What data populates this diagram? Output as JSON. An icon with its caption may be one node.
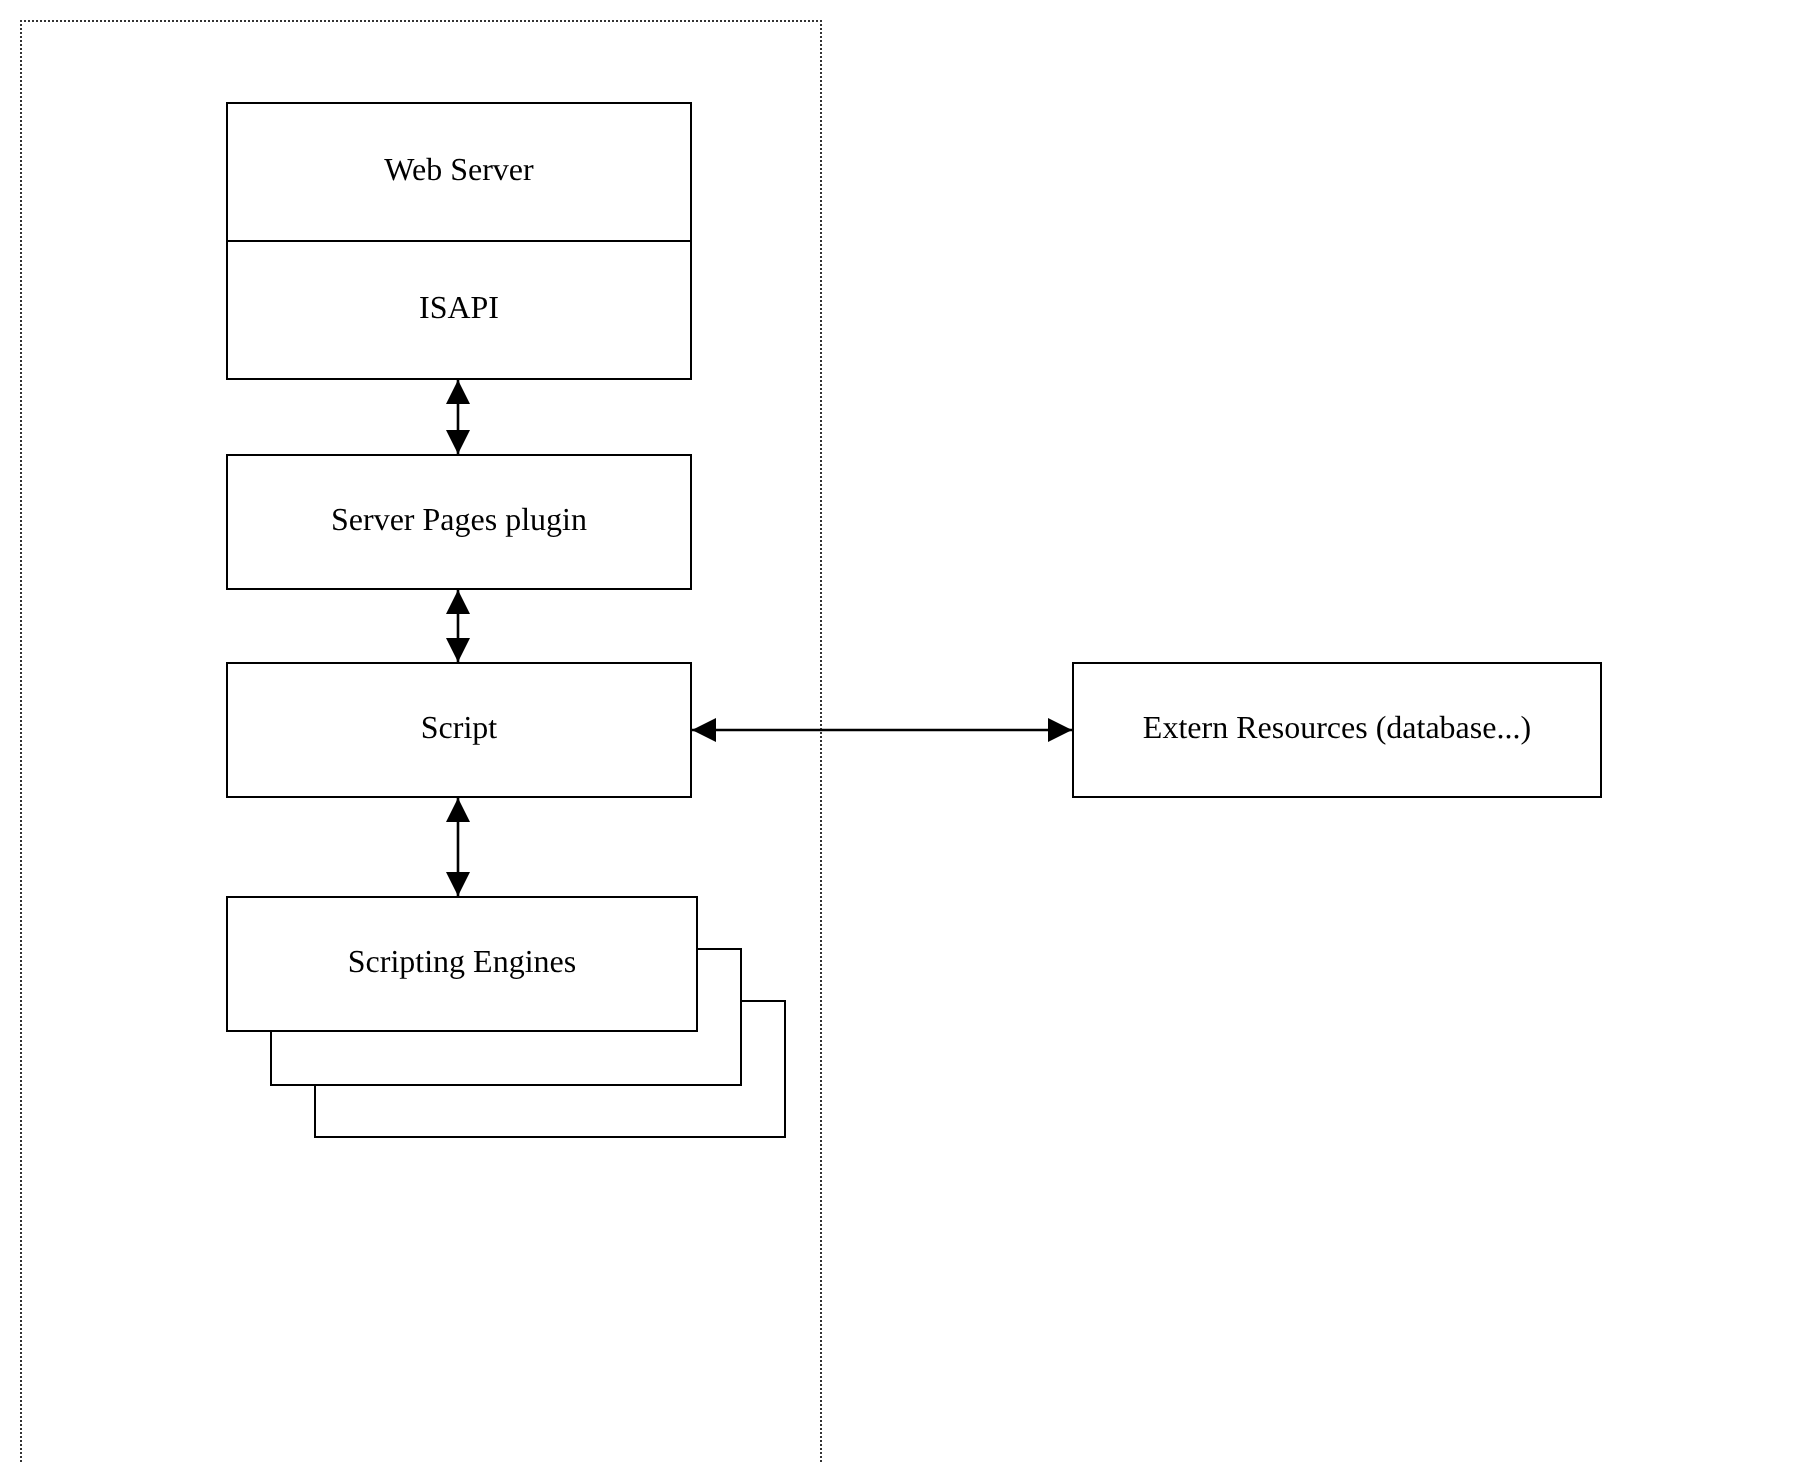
{
  "diagram": {
    "nodes": [
      {
        "text": [],
        "shape": "box"
      },
      {
        "text": [
          "Web Server",
          "ISAPI"
        ],
        "in": 0
      },
      {
        "text": [
          "Server Pages plugin"
        ],
        "in": 0
      },
      {
        "text": [
          "Script"
        ],
        "in": 0
      },
      {
        "text": [
          "Scripting Engines"
        ],
        "in": 0
      },
      {
        "text": [
          "Extern Resources (database...)"
        ]
      }
    ],
    "edges": [
      {
        "from": 1,
        "to": 2,
        "arrow": "both"
      },
      {
        "from": 2,
        "to": 3,
        "arrow": "both"
      },
      {
        "from": 3,
        "to": 4,
        "arrow": "both"
      },
      {
        "from": 3,
        "to": 5,
        "arrow": "both"
      }
    ]
  }
}
